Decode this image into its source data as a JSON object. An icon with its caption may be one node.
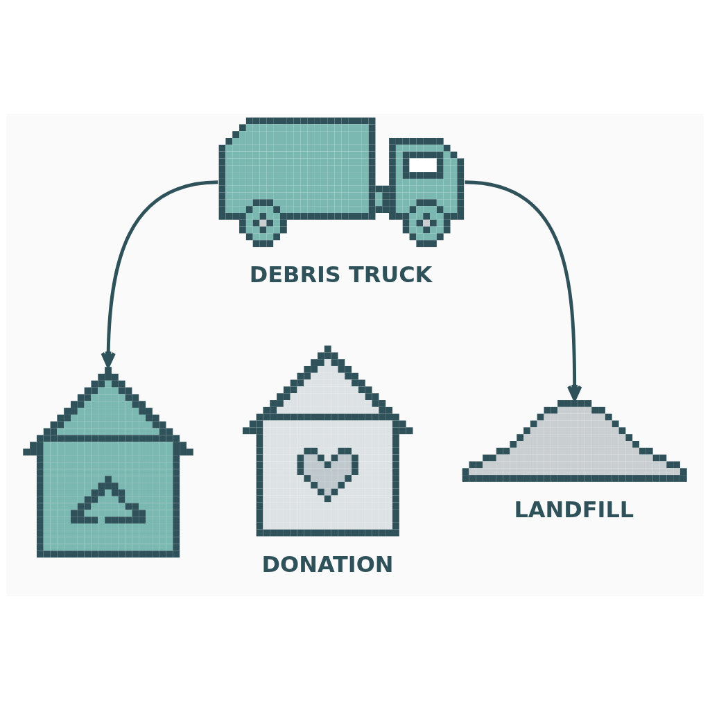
{
  "diagram": {
    "nodes": [
      {
        "text": [],
        "shape": "picture",
        "beside": [
          "DEBRIS TRUCK"
        ]
      },
      {
        "text": [],
        "shape": "picture"
      },
      {
        "text": [],
        "shape": "picture",
        "beside": [
          "DONATION"
        ]
      },
      {
        "text": [],
        "shape": "picture",
        "beside": [
          "LANDFILL"
        ]
      }
    ],
    "edges": [
      {
        "from": 0,
        "to": 1,
        "arrow": "to"
      },
      {
        "from": 0,
        "to": 3,
        "arrow": "to"
      }
    ]
  }
}
